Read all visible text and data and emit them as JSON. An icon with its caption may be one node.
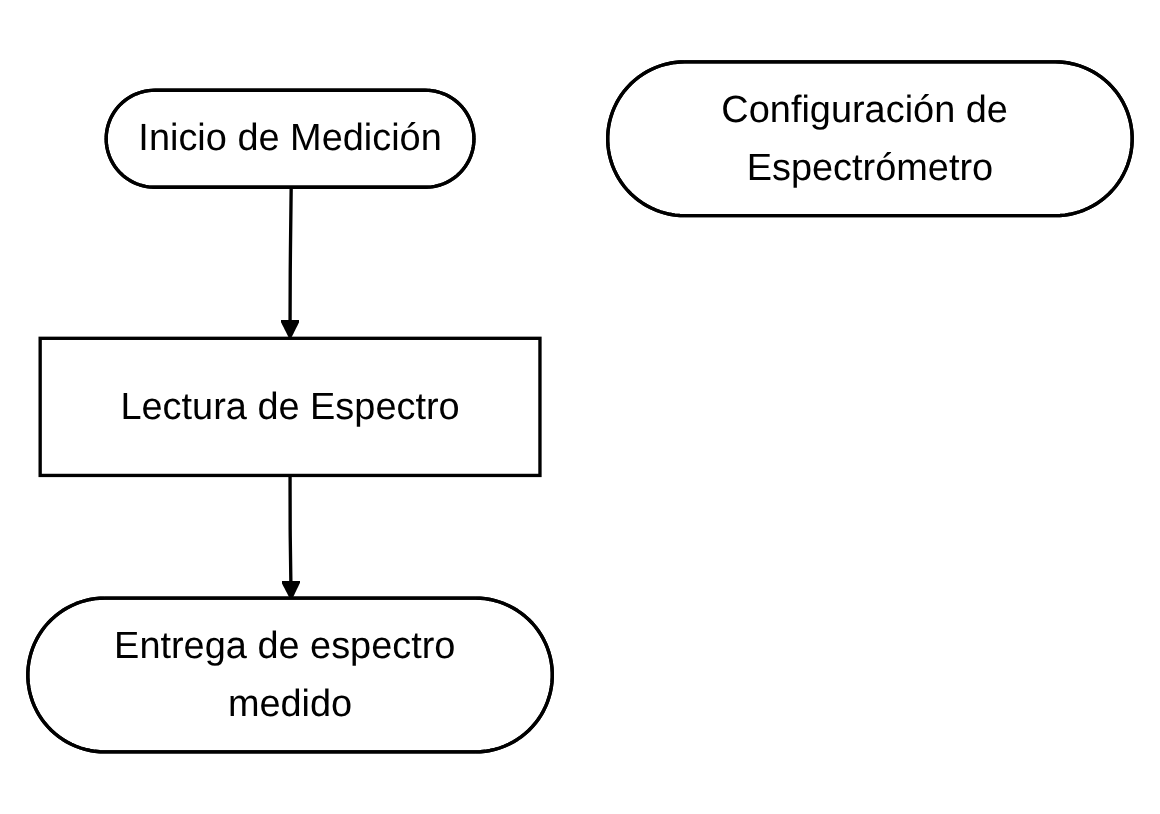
{
  "diagram": {
    "nodes": [
      {
        "text": [
          "Inicio de Medición"
        ]
      },
      {
        "text": [
          "Configuración de Espectrómetro"
        ]
      },
      {
        "text": [
          "Lectura de Espectro"
        ]
      },
      {
        "text": [
          "Entrega de espectro medido"
        ]
      }
    ],
    "edges": [
      {
        "from": 0,
        "to": 2,
        "arrow": "to"
      },
      {
        "from": 2,
        "to": 3,
        "arrow": "to"
      }
    ]
  }
}
